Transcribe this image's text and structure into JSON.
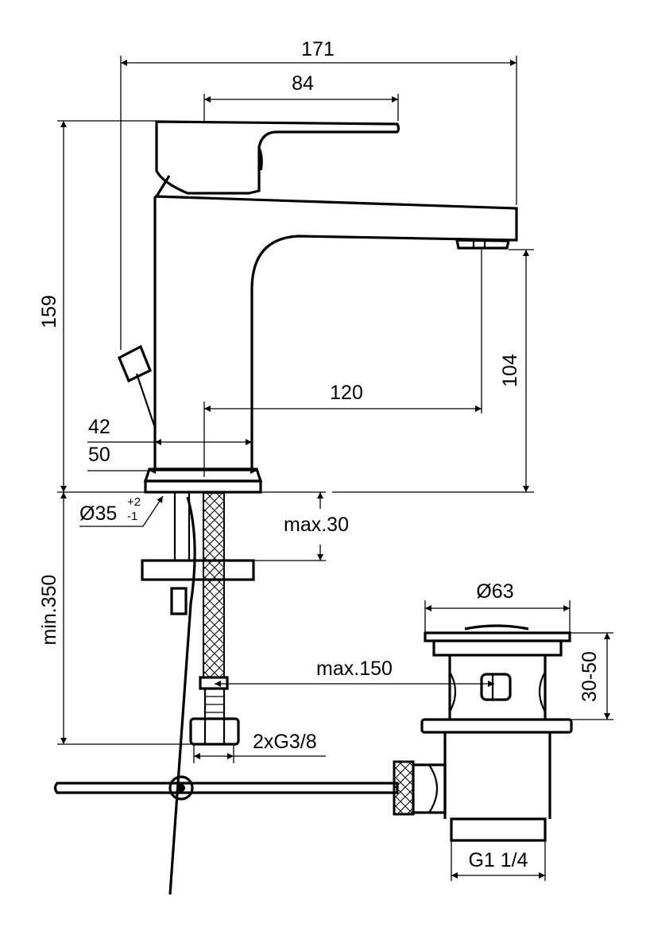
{
  "dimensions": {
    "overall_width": "171",
    "lever_width": "84",
    "overall_height": "159",
    "outlet_height": "104",
    "projection": "120",
    "body_depth_a": "42",
    "body_depth_b": "50",
    "hole_diameter": "Ø35",
    "tol_plus": "+2",
    "tol_minus": "-1",
    "deck_thickness": "max.30",
    "hose_length": "min.350",
    "waste_diameter": "Ø63",
    "waste_range": "30-50",
    "rod_offset": "max.150",
    "connection_thread": "2xG3/8",
    "waste_thread": "G1 1/4"
  }
}
